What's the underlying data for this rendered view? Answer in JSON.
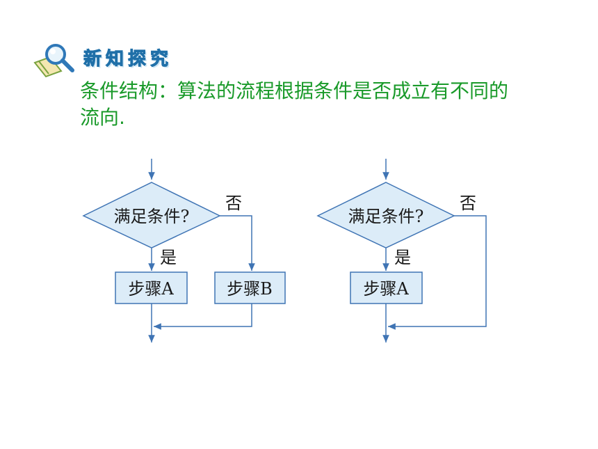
{
  "header": {
    "title": "新知探究",
    "icon": "magnifier-book-icon"
  },
  "intro": {
    "text": "条件结构：算法的流程根据条件是否成立有不同的流向."
  },
  "diagram_left": {
    "condition": "满足条件?",
    "yes_label": "是",
    "no_label": "否",
    "step_a": "步骤A",
    "step_b": "步骤B"
  },
  "diagram_right": {
    "condition": "满足条件?",
    "yes_label": "是",
    "no_label": "否",
    "step_a": "步骤A"
  },
  "colors": {
    "line": "#3f74b4",
    "fill": "#dcecf8",
    "title_text": "#1a9a2a"
  }
}
